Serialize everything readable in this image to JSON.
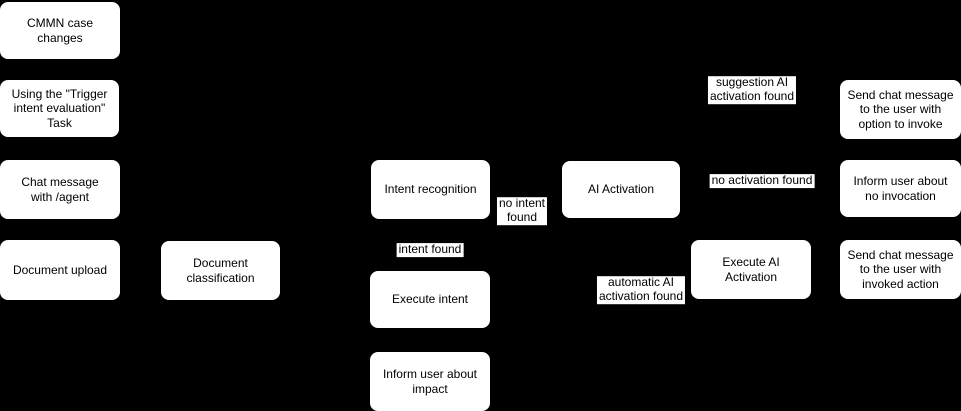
{
  "diagram": {
    "type": "flowchart",
    "direction": "left-to-right",
    "background_color": "#000000",
    "node_fill_color": "#ffffff",
    "node_text_color": "#000000",
    "edge_label_background": "#ffffff"
  },
  "nodes": {
    "cmmn_case_changes": {
      "label": "CMMN case\nchanges"
    },
    "trigger_intent_evaluation_task": {
      "label": "Using the \"Trigger\nintent evaluation\"\nTask"
    },
    "chat_message_agent": {
      "label": "Chat message\nwith /agent"
    },
    "document_upload": {
      "label": "Document upload"
    },
    "document_classification": {
      "label": "Document\nclassification"
    },
    "intent_recognition": {
      "label": "Intent recognition"
    },
    "execute_intent": {
      "label": "Execute intent"
    },
    "inform_user_about_impact": {
      "label": "Inform user about\nimpact"
    },
    "ai_activation": {
      "label": "AI Activation"
    },
    "execute_ai_activation": {
      "label": "Execute AI Activation"
    },
    "send_chat_message_option_to_invoke": {
      "label": "Send chat message\nto the user with\noption to invoke"
    },
    "inform_user_about_no_invocation": {
      "label": "Inform user about\nno invocation"
    },
    "send_chat_message_invoked_action": {
      "label": "Send chat message\nto the user with\ninvoked action"
    }
  },
  "edge_labels": {
    "intent_found": {
      "text": "intent found"
    },
    "no_intent_found": {
      "text": "no intent\nfound"
    },
    "suggestion_ai_activation_found": {
      "text": "suggestion AI\nactivation found"
    },
    "no_activation_found": {
      "text": "no activation found"
    },
    "automatic_ai_activation_found": {
      "text": "automatic AI\nactivation found"
    }
  }
}
